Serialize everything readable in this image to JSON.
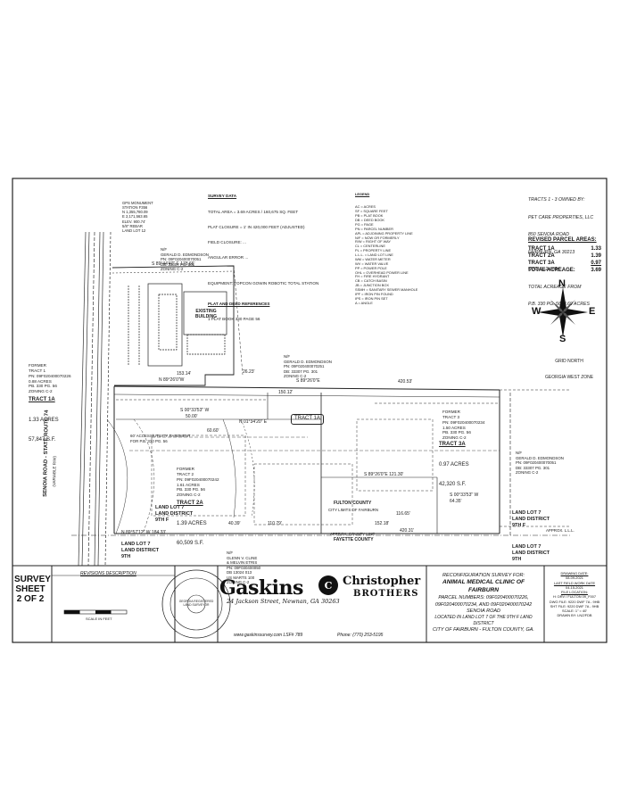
{
  "survey_data": {
    "title": "SURVEY DATA",
    "lines": [
      "TOTAL AREA = 3.69 ACRES / 160,675 SQ. FEET",
      "PLAT CLOSURE = 1' IN 420,000 FEET (ADJUSTED)",
      "FIELD CLOSURE: ...",
      "ANGULAR ERROR ...",
      "",
      "EQUIPMENT: TOPCON GOWIN ROBOTIC TOTAL STATION"
    ]
  },
  "plat_ref": {
    "title": "PLAT AND DEED REFERENCES",
    "line": "1 PLAT BOOK 330 PAGE 56"
  },
  "legend": {
    "title": "LEGEND",
    "items": [
      "AC = ACRES",
      "SF = SQUARE FEET",
      "PB = PLAT BOOK",
      "DB = DEED BOOK",
      "PG = PAGE",
      "PN = PARCEL NUMBER",
      "APL = ADJOINING PROPERTY LINE",
      "N/F = NOW OR FORMERLY",
      "R/W = RIGHT OF WAY",
      "CL = CENTERLINE",
      "PL = PROPERTY LINE",
      "L.L.L. = LAND LOT LINE",
      "WM = WATER METER",
      "WV = WATER VALVE",
      "PP = POWER POLE",
      "OHL = OVERHEAD POWER LINE",
      "FH = FIRE HYDRANT",
      "CB = CATCH BASIN",
      "JB = JUNCTION BOX",
      "SSMH = SANITARY SEWER MANHOLE",
      "IPF = IRON PIN FOUND",
      "IPS = IRON PIN SET",
      "A = ANGLE"
    ]
  },
  "owner_note": {
    "lines": [
      "TRACTS 1 - 3 OWNED BY:",
      "PET CARE PROPERTIES, LLC",
      "850 SENOIA ROAD",
      "FAIRBURN, GA 30213",
      "(770) 692-6034",
      "TOTAL ACREAGE FROM",
      "P.B. 330 PG. 56: 3.69 ACRES"
    ]
  },
  "revised_areas": {
    "title": "REVISED PARCEL AREAS:",
    "rows": [
      {
        "label": "TRACT 1A",
        "value": "1.33"
      },
      {
        "label": "TRACT 2A",
        "value": "1.39"
      },
      {
        "label": "TRACT 3A",
        "value": "0.97"
      },
      {
        "label": "TOTAL ACREAGE:",
        "value": "3.69"
      }
    ]
  },
  "compass": {
    "n": "N",
    "s": "S",
    "e": "E",
    "w": "W",
    "caption1": "GRID NORTH",
    "caption2": "GEORGIA WEST ZONE"
  },
  "gps": {
    "lines": [
      "GPS MONUMENT",
      "STATION F356",
      "N 1,355,780.09",
      "E 2,171,563.65",
      "ELEV. 900.74'",
      "5/8\" REBAR",
      "LAND LOT 12"
    ]
  },
  "road": {
    "name": "SENOIA ROAD - STATE ROUTE 74",
    "sub": "(VARIABLE R/W)"
  },
  "tracts": {
    "t1a": {
      "name": "TRACT 1A",
      "sub": "1.33 ACRES",
      "sf": "57,847 S.F."
    },
    "t2a": {
      "name": "TRACT 2A",
      "sub": "1.39 ACRES",
      "sf": "60,509 S.F."
    },
    "t3a": {
      "name": "TRACT 3A",
      "sub": "0.97 ACRES",
      "sf": "42,320 S.F."
    },
    "former1": {
      "lines": [
        "FORMER",
        "TRACT 1",
        "PN: 09F020400070226",
        "0.88 ACRES",
        "PB. 330 PG. 56",
        "ZONING C-2"
      ]
    },
    "former3": {
      "lines": [
        "FORMER",
        "TRACT 3",
        "PN: 09F020400070234",
        "1.50 ACRES",
        "PB. 330 PG. 56",
        "ZONING C-2"
      ]
    },
    "former2": {
      "lines": [
        "FORMER",
        "TRACT 2",
        "PN: 09F020400070242",
        "1.61 ACRES",
        "PB. 330 PG. 56",
        "ZONING C-2"
      ]
    },
    "center": "TRACT 1A"
  },
  "neighbors": {
    "north": {
      "lines": [
        "N/F",
        "GERALD D. EDMONDSON",
        "PN: 09F020400070051",
        "DB: 33307 PG. 301",
        "ZONING C-2"
      ]
    },
    "mid": {
      "lines": [
        "N/F",
        "GERALD D. EDMONDSON",
        "PN: 09F020400070251",
        "DB: 33307 PG. 301",
        "ZONING C-2"
      ]
    },
    "east": {
      "lines": [
        "N/F",
        "GERALD D. EDMONDSON",
        "PN: 09F020400070051",
        "DB: 33307 PG. 301",
        "ZONING C-2"
      ]
    },
    "south": {
      "lines": [
        "N/F",
        "GLENN V. CLINE",
        "& MELVIN ETRIS",
        "PN: 09F030400050",
        "DB 13024 013",
        "US MARTS 100",
        "ZONING C-2"
      ]
    }
  },
  "bearings": {
    "b1": "S 89°44'40\" E 178.66'",
    "b2": "N 89°26'0\"W",
    "b3": "S 89°26'0\"E",
    "b4": "150.12'",
    "b5": "420.53'",
    "b6": "S 00°33'53\" W",
    "b7": "S 89°26'0\"E 121.30'",
    "b8": "N 89°57'12\" W 184.33'",
    "b9": "40.39'",
    "b10": "110.79'",
    "b11": "152.18'",
    "b12": "420.31'",
    "b13": "S 00°33'53\" W",
    "b14": "64.35'",
    "b15": "116.65'",
    "b16": "60.60'",
    "b17": "50.00'",
    "b18": "N 01°34'20\" E",
    "b19": "26.23'",
    "b20": "153.14'"
  },
  "labels": {
    "existing_building": "EXISTING BUILDING",
    "fulton": "FULTON COUNTY",
    "fayette": "FAYETTE COUNTY",
    "city_limits": "CITY LIMITS OF FAIRBURN",
    "county_line": "APPROX. COUNTY LINE",
    "ll_left": "LAND LOT 7\nLAND DISTRICT\n9TH F",
    "ll_right": "LAND LOT 7\nLAND DISTRICT\n9TH F",
    "ll_bottom_left": "LAND LOT 7\nLAND DISTRICT\n9TH",
    "ll_bottom_right": "LAND LOT 7\nLAND DISTRICT\n9TH",
    "access": "60' ACCESS/UTILITY EASEMENT\nFOR P.B. 330 PG. 56",
    "approx_lll": "APPROX. L.L.L."
  },
  "title_block": {
    "sheet": "SURVEY\nSHEET\n2 OF 2",
    "revisions": "REVISIONS DESCRIPTION",
    "scale_caption": "SCALE IN FEET",
    "seal": "GEORGIA REGISTERED LAND SURVEYOR",
    "company1": "Gaskins",
    "company2": "Christopher",
    "company3": "BROTHERS",
    "address": "24 Jackson Street, Newnan, GA 30263",
    "website": "www.gaskinssurvey.com  LSF# 789",
    "phone": "Phone: (770) 253-5195",
    "recon_title": "RECONFIGURATION SURVEY FOR:",
    "recon_client": "ANIMAL MEDICAL CLINIC OF FAIRBURN",
    "recon_pn1": "PARCEL NUMBERS: 09F020400070226,",
    "recon_pn2": "09F020400070234, AND 09F020400070242",
    "recon_road": "SENOIA ROAD",
    "recon_loc": "LOCATED IN LAND LOT 7 OF THE 9TH F LAND DISTRICT",
    "recon_city": "CITY OF FAIRBURN  -  FULTON COUNTY, GA.",
    "date_lines": [
      "DRAWING DATE:",
      "08-09-2021",
      "LAST FIELD WORK DATE",
      "04-15-2021",
      "FILE LOCATION:",
      "H: DRV / FULTON 09_F007",
      "DWG FILE: 9220 DWF 7A - 9HB",
      "SHT FILE: 9220 DWF 7A - 9HB",
      "SCALE: 1\" = 40'",
      "DRAWN BY: LNZ/FDB"
    ]
  }
}
